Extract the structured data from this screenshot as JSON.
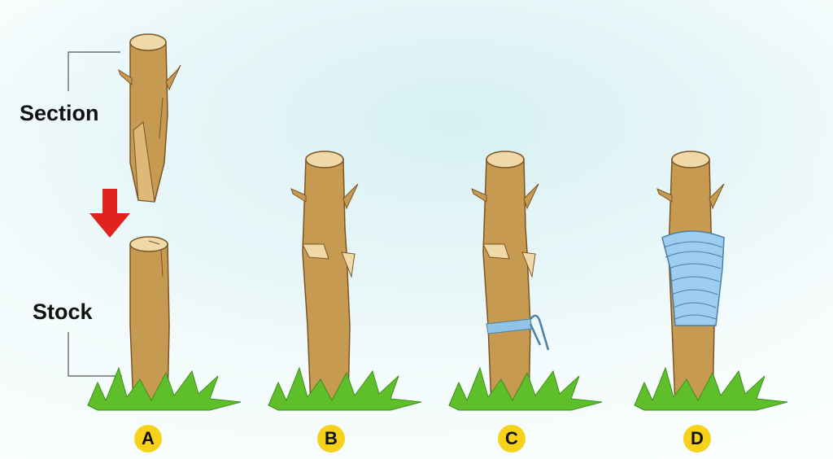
{
  "labels": {
    "section": "Section",
    "stock": "Stock"
  },
  "steps": [
    "A",
    "B",
    "C",
    "D"
  ],
  "colors": {
    "wood": "#c79a52",
    "wood_light": "#ddb877",
    "wood_dark": "#8f6730",
    "cut_face": "#f0d9a8",
    "grass": "#5fbf2a",
    "grass_dark": "#3c8f1a",
    "arrow": "#e0231c",
    "twine": "#8fc4e6",
    "wrap": "#9dcdef",
    "badge": "#f7d21a"
  },
  "icons": [
    "down-arrow-icon"
  ]
}
